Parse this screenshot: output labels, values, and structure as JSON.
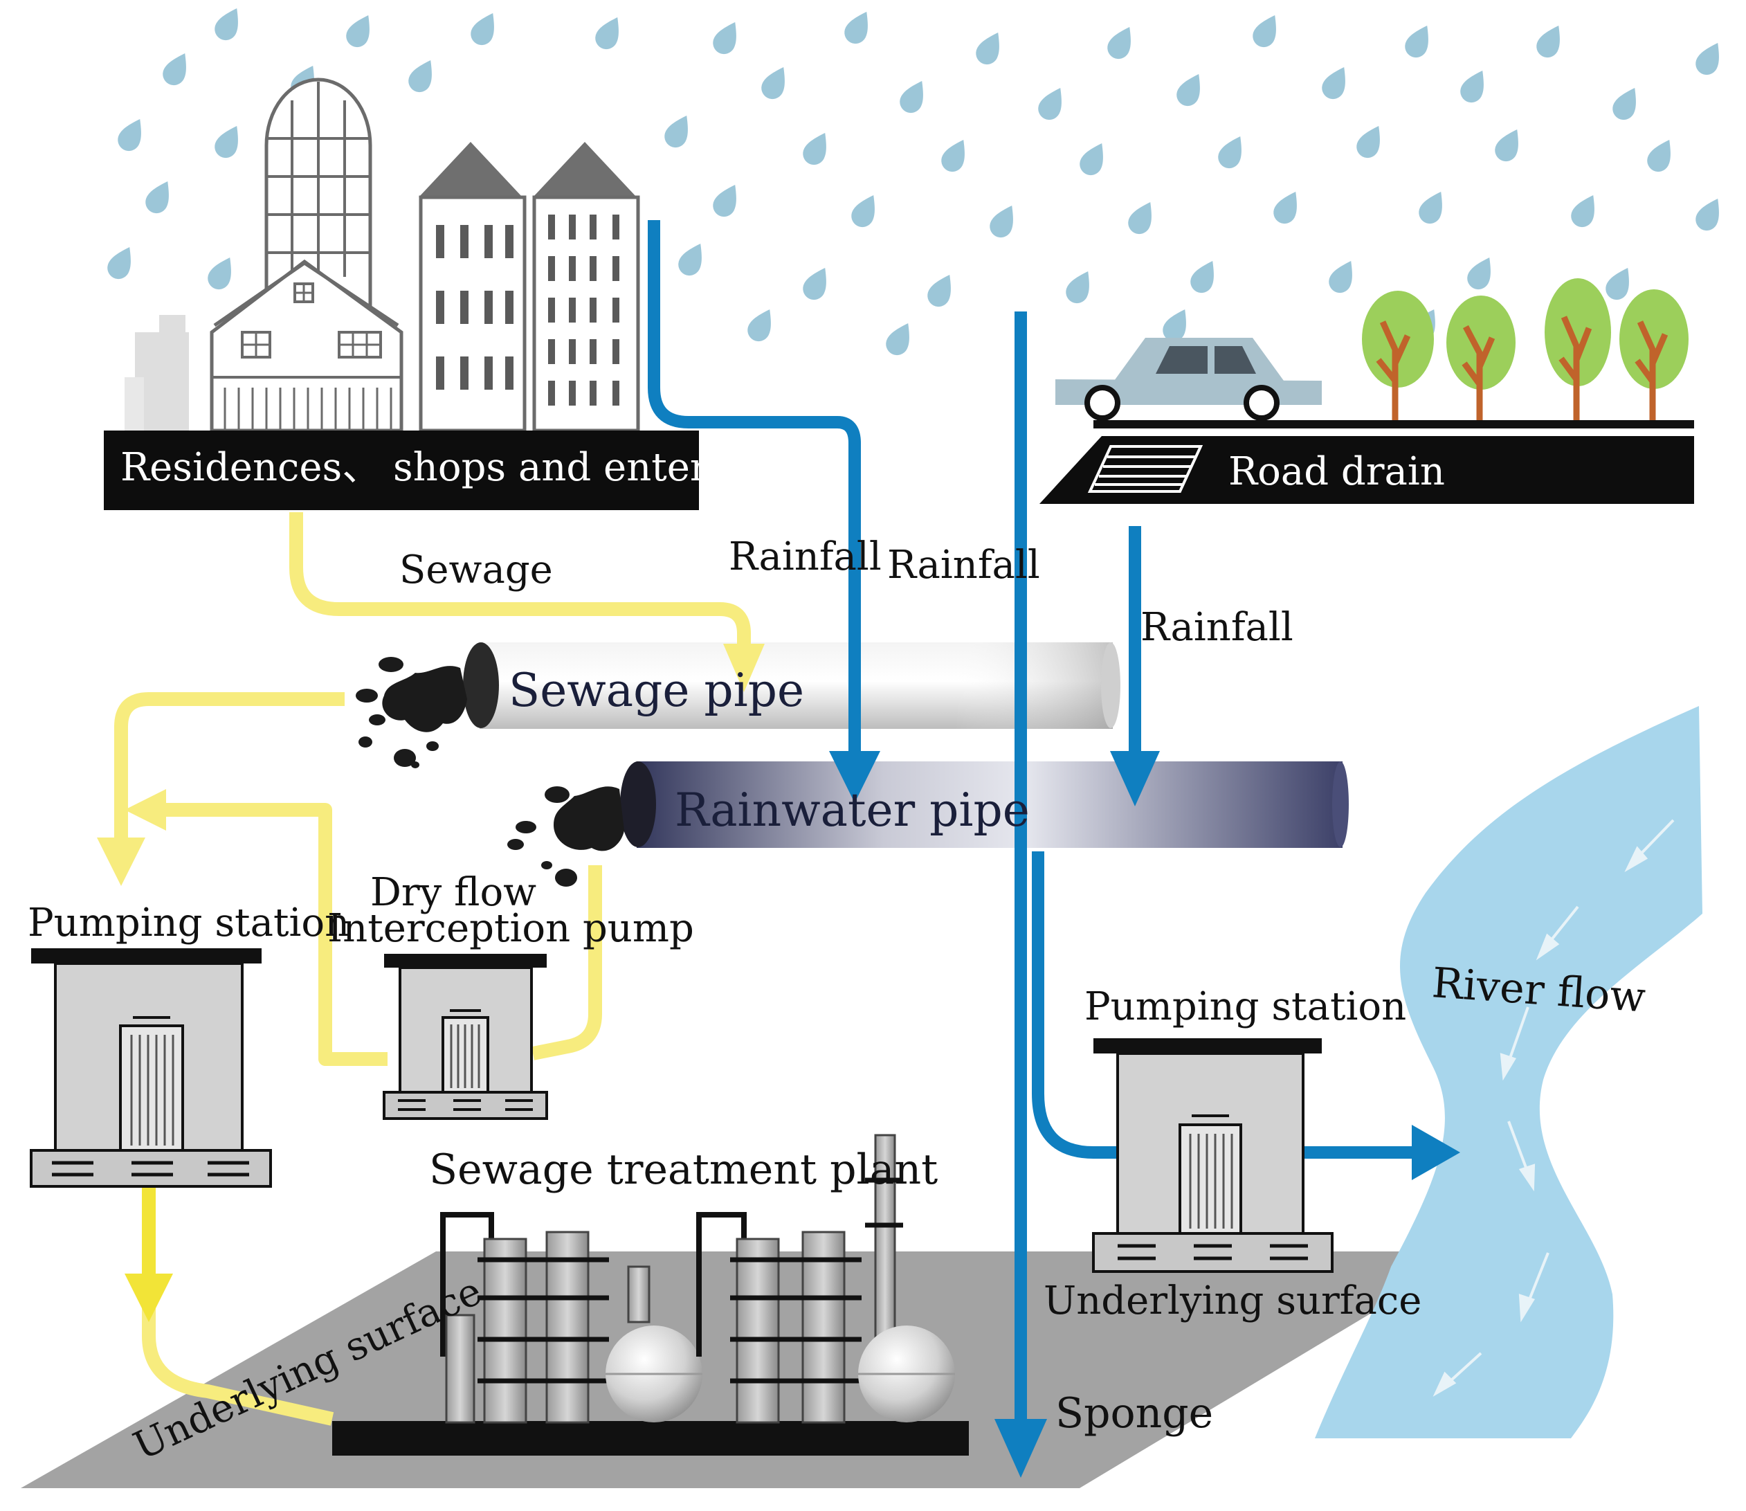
{
  "labels": {
    "residences": "Residences、 shops  and  enterprises",
    "road_drain": "Road drain",
    "sewage": "Sewage",
    "rainfall_1": "Rainfall",
    "rainfall_2": "Rainfall",
    "rainfall_3": "Rainfall",
    "sewage_pipe": "Sewage pipe",
    "rainwater_pipe": "Rainwater pipe",
    "dry_flow_line1": "Dry flow",
    "dry_flow_line2": "Interception pump",
    "pumping_station_left": "Pumping station",
    "pumping_station_right": "Pumping station",
    "river_flow": "River flow",
    "sewage_treatment_plant": "Sewage treatment plant",
    "underlying_surface_left": "Underlying surface",
    "underlying_surface_right": "Underlying surface",
    "sponge": "Sponge"
  },
  "colors": {
    "rain_drop": "#9cc6d8",
    "rain_arrow": "#0f7fc0",
    "sewage_flow": "#f7ec7e",
    "sewage_arrow_strong": "#f2e437",
    "river": "#a8d6ec",
    "ground": "#a3a3a3",
    "label_bar": "#0d0d0d",
    "sewage_pipe": "#e6e6e6",
    "rainwater_pipe": "#4a4e78",
    "tree_leaf": "#9ccf5b",
    "tree_trunk": "#c0632b",
    "car": "#a9c1cc",
    "building_roof": "#6f6f6f"
  },
  "icons": {
    "building": "building-icon",
    "car": "car-icon",
    "tree": "tree-icon",
    "pumping_station": "pumping-station-icon",
    "factory": "sewage-plant-icon",
    "sludge": "sludge-icon"
  }
}
